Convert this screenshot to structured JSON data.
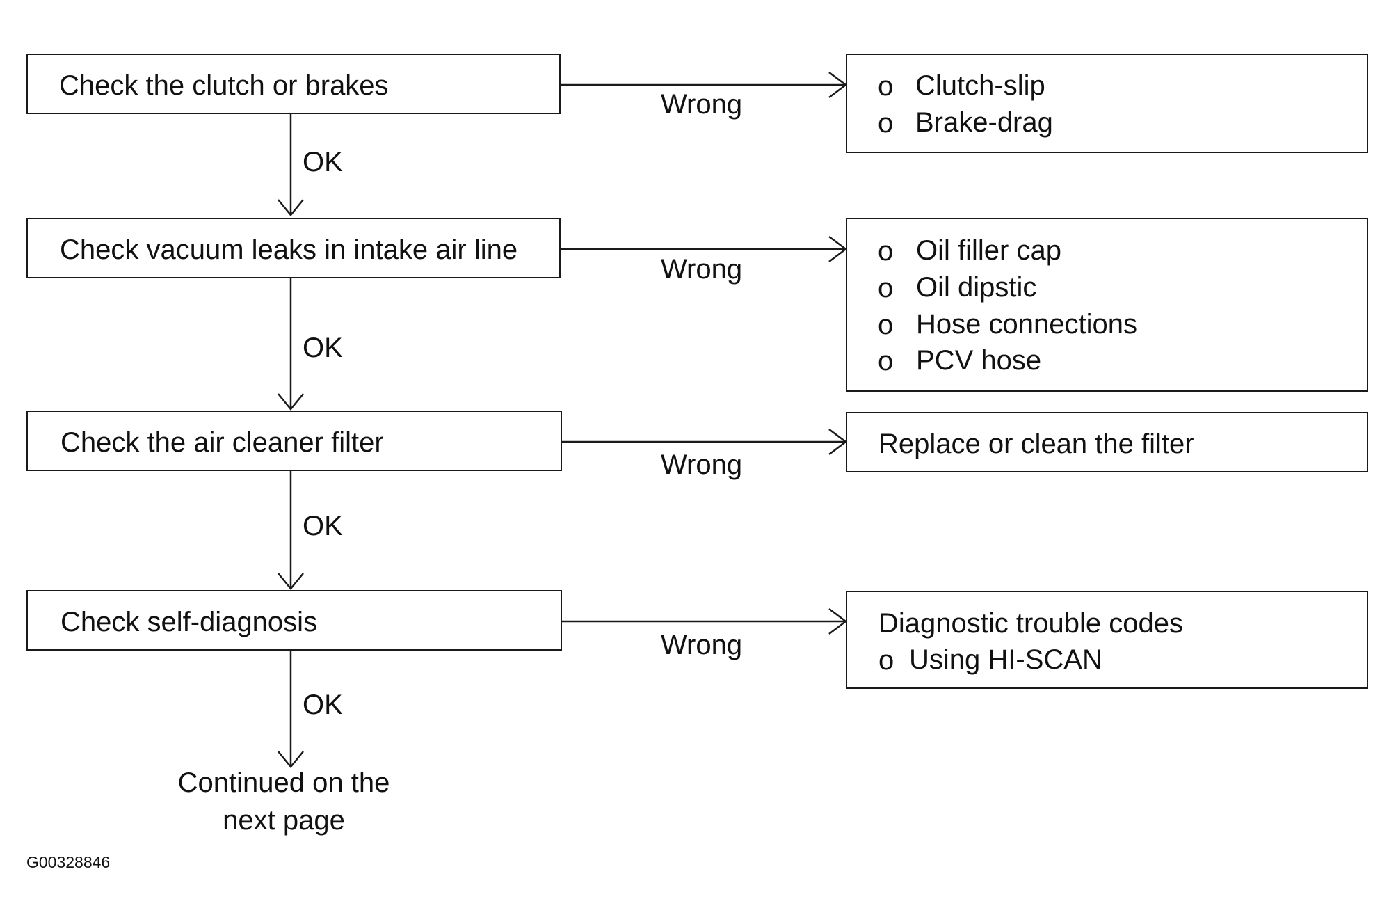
{
  "flowchart": {
    "steps": [
      {
        "check": "Check the clutch or brakes",
        "ok_label": "OK",
        "wrong_label": "Wrong",
        "result": {
          "heading": "",
          "items": [
            "Clutch-slip",
            "Brake-drag"
          ]
        }
      },
      {
        "check": "Check vacuum leaks in intake air line",
        "ok_label": "OK",
        "wrong_label": "Wrong",
        "result": {
          "heading": "",
          "items": [
            "Oil filler cap",
            "Oil dipstic",
            "Hose connections",
            "PCV hose"
          ]
        }
      },
      {
        "check": "Check the air cleaner filter",
        "ok_label": "OK",
        "wrong_label": "Wrong",
        "result": {
          "heading": "Replace or clean the filter",
          "items": []
        }
      },
      {
        "check": "Check self-diagnosis",
        "ok_label": "OK",
        "wrong_label": "Wrong",
        "result": {
          "heading": "Diagnostic trouble codes",
          "items": [
            "Using HI-SCAN"
          ]
        }
      }
    ],
    "bullet_char": "o",
    "continuation": {
      "line1": "Continued on the",
      "line2": "next page"
    },
    "figure_id": "G00328846"
  }
}
